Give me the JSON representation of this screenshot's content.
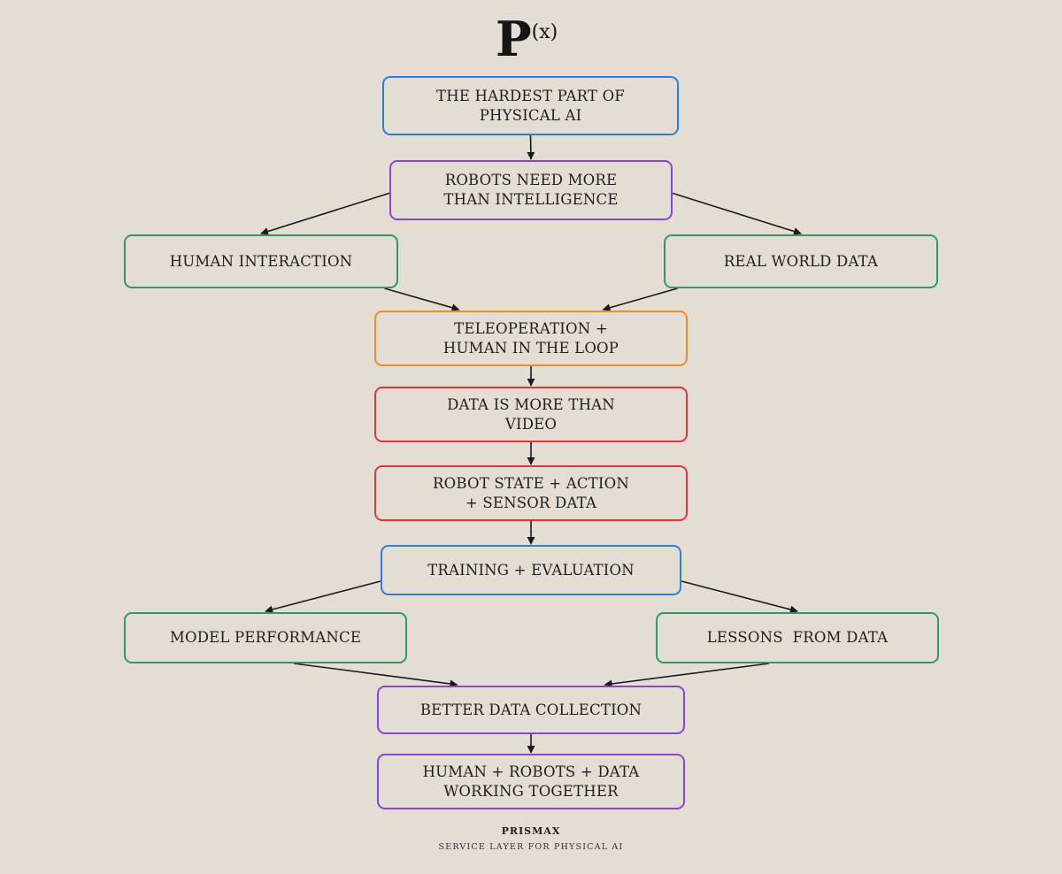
{
  "logo": {
    "letter": "P",
    "superscript": "(x)"
  },
  "colors": {
    "background": "#e3ddd4",
    "blue": "#2f7fd8",
    "purple": "#8a45d8",
    "green": "#2f9a63",
    "orange": "#f08a2c",
    "red": "#e3343c",
    "arrow": "#1a1a1a"
  },
  "nodes": [
    {
      "id": "n1",
      "label": "THE HARDEST PART OF\nPHYSICAL AI",
      "color": "blue"
    },
    {
      "id": "n2",
      "label": "ROBOTS NEED MORE\nTHAN INTELLIGENCE",
      "color": "purple"
    },
    {
      "id": "n3",
      "label": "HUMAN INTERACTION",
      "color": "green"
    },
    {
      "id": "n4",
      "label": "REAL WORLD DATA",
      "color": "green"
    },
    {
      "id": "n5",
      "label": "TELEOPERATION +\nHUMAN IN THE LOOP",
      "color": "orange"
    },
    {
      "id": "n6",
      "label": "DATA IS MORE THAN\nVIDEO",
      "color": "red"
    },
    {
      "id": "n7",
      "label": "ROBOT STATE + ACTION\n+ SENSOR DATA",
      "color": "red"
    },
    {
      "id": "n8",
      "label": "TRAINING + EVALUATION",
      "color": "blue"
    },
    {
      "id": "n9",
      "label": "MODEL PERFORMANCE",
      "color": "green"
    },
    {
      "id": "n10",
      "label": "LESSONS  FROM DATA",
      "color": "green"
    },
    {
      "id": "n11",
      "label": "BETTER DATA COLLECTION",
      "color": "purple"
    },
    {
      "id": "n12",
      "label": "HUMAN + ROBOTS + DATA\nWORKING TOGETHER",
      "color": "purple"
    }
  ],
  "edges": [
    {
      "from": "n1",
      "to": "n2"
    },
    {
      "from": "n2",
      "to": "n3"
    },
    {
      "from": "n2",
      "to": "n4"
    },
    {
      "from": "n3",
      "to": "n5"
    },
    {
      "from": "n4",
      "to": "n5"
    },
    {
      "from": "n5",
      "to": "n6"
    },
    {
      "from": "n6",
      "to": "n7"
    },
    {
      "from": "n7",
      "to": "n8"
    },
    {
      "from": "n8",
      "to": "n9"
    },
    {
      "from": "n8",
      "to": "n10"
    },
    {
      "from": "n9",
      "to": "n11"
    },
    {
      "from": "n10",
      "to": "n11"
    },
    {
      "from": "n11",
      "to": "n12"
    }
  ],
  "footer": {
    "name": "PRISMAX",
    "tagline": "SERVICE LAYER FOR PHYSICAL AI"
  }
}
